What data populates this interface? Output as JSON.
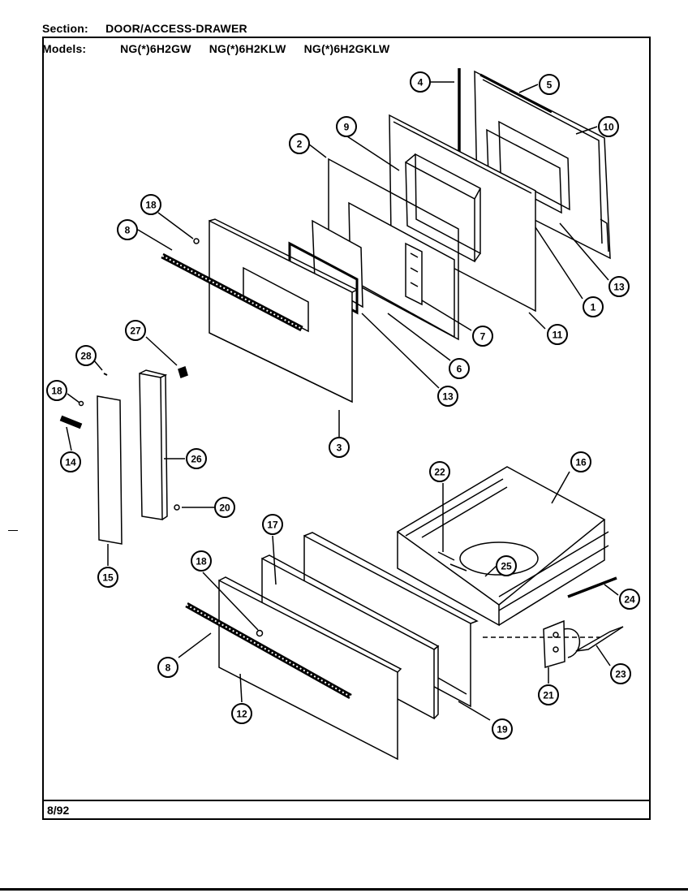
{
  "header": {
    "section_label": "Section:",
    "section_value": "DOOR/ACCESS-DRAWER",
    "models_label": "Models:",
    "models": [
      "NG(*)6H2GW",
      "NG(*)6H2KLW",
      "NG(*)6H2GKLW"
    ]
  },
  "footer": {
    "date_code": "8/92"
  },
  "callouts": [
    {
      "id": "c4",
      "label": "4"
    },
    {
      "id": "c5",
      "label": "5"
    },
    {
      "id": "c10",
      "label": "10"
    },
    {
      "id": "c9",
      "label": "9"
    },
    {
      "id": "c2",
      "label": "2"
    },
    {
      "id": "c18a",
      "label": "18"
    },
    {
      "id": "c8a",
      "label": "8"
    },
    {
      "id": "c13a",
      "label": "13"
    },
    {
      "id": "c1",
      "label": "1"
    },
    {
      "id": "c11",
      "label": "11"
    },
    {
      "id": "c7",
      "label": "7"
    },
    {
      "id": "c6",
      "label": "6"
    },
    {
      "id": "c13b",
      "label": "13"
    },
    {
      "id": "c27",
      "label": "27"
    },
    {
      "id": "c28",
      "label": "28"
    },
    {
      "id": "c18b",
      "label": "18"
    },
    {
      "id": "c14",
      "label": "14"
    },
    {
      "id": "c3",
      "label": "3"
    },
    {
      "id": "c26",
      "label": "26"
    },
    {
      "id": "c20",
      "label": "20"
    },
    {
      "id": "c15",
      "label": "15"
    },
    {
      "id": "c22",
      "label": "22"
    },
    {
      "id": "c16",
      "label": "16"
    },
    {
      "id": "c17",
      "label": "17"
    },
    {
      "id": "c18c",
      "label": "18"
    },
    {
      "id": "c25",
      "label": "25"
    },
    {
      "id": "c24",
      "label": "24"
    },
    {
      "id": "c8b",
      "label": "8"
    },
    {
      "id": "c23",
      "label": "23"
    },
    {
      "id": "c21",
      "label": "21"
    },
    {
      "id": "c12",
      "label": "12"
    },
    {
      "id": "c19",
      "label": "19"
    }
  ]
}
